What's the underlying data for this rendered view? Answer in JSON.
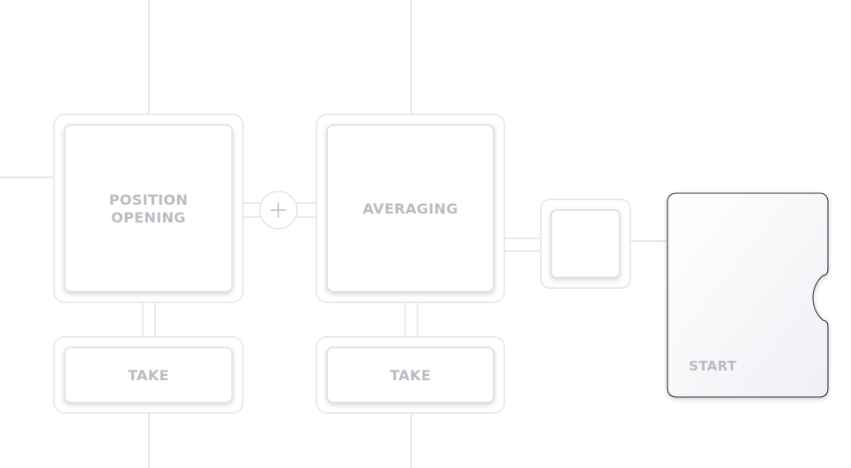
{
  "nodes": {
    "position_opening": {
      "line1": "POSITION",
      "line2": "OPENING"
    },
    "averaging": {
      "label": "AVERAGING"
    },
    "take_left": {
      "label": "TAKE"
    },
    "take_right": {
      "label": "TAKE"
    },
    "start": {
      "label": "START"
    },
    "connector_plus": {
      "glyph": "+"
    },
    "empty_slot": {
      "label": ""
    }
  },
  "colors": {
    "frame_stroke": "#e2e4e8",
    "inner_stroke": "#d9dbe0",
    "label": "#b9bcc2",
    "line": "#d4d6da",
    "card_fill": "#f8f9fb"
  }
}
